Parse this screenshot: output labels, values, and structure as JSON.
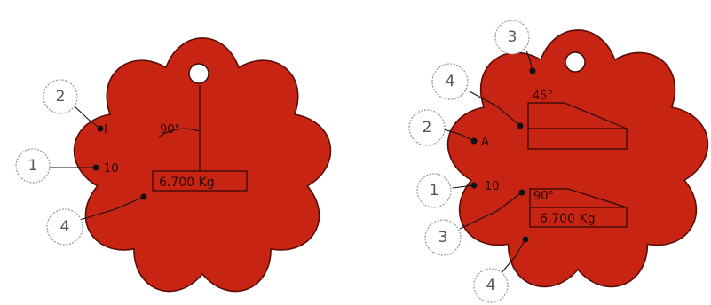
{
  "left_tag": {
    "angle_label": "90°",
    "weight_label": "6.700 Kg",
    "count_label": "10",
    "grade_label": "I",
    "callouts": [
      "2",
      "1",
      "4"
    ]
  },
  "right_tag": {
    "top_angle_label": "45°",
    "bottom_angle_label": "90°",
    "weight_label": "6.700 Kg",
    "count_label": "10",
    "grade_label": "A",
    "callouts": [
      "3",
      "4",
      "2",
      "1",
      "3",
      "4"
    ]
  },
  "colors": {
    "tag_fill": "#c82414",
    "tag_outline": "#5a0d06",
    "marking_ink": "#2a0804",
    "leader_line": "#111111",
    "bubble_outline": "#9a9a9a"
  }
}
